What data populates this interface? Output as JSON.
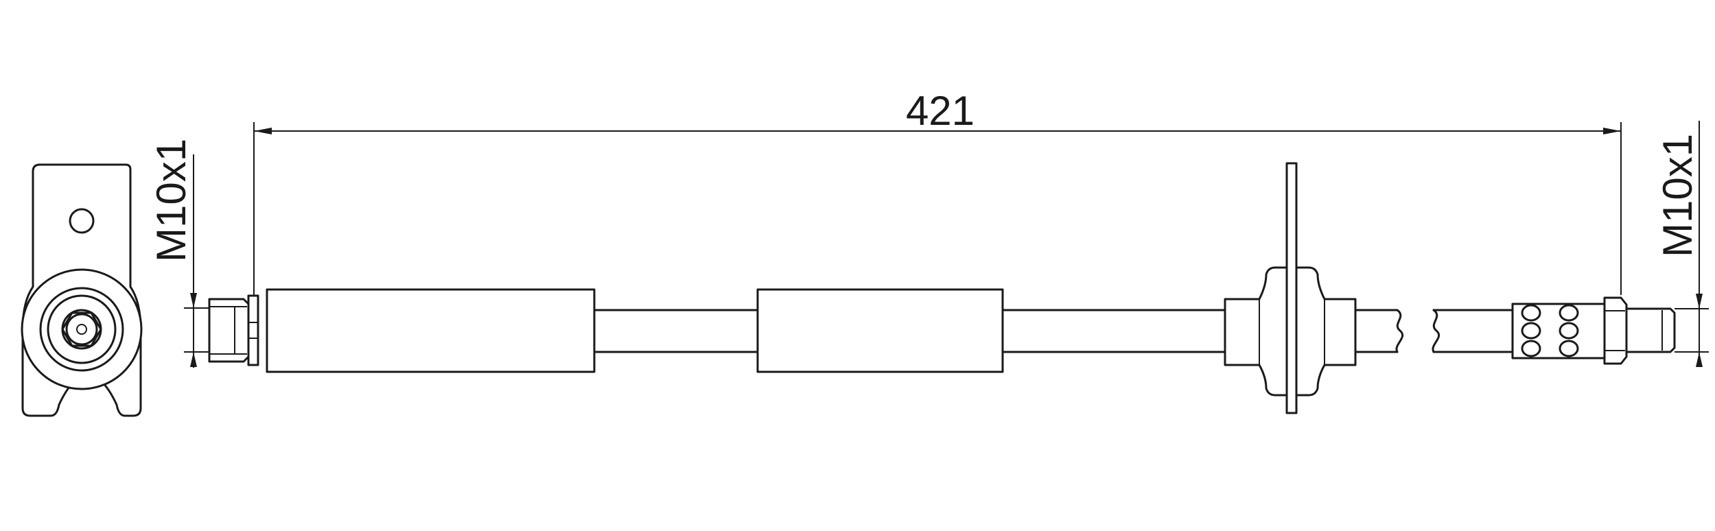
{
  "dimensions": {
    "overall_length": "421",
    "left_thread": "M10x1",
    "right_thread": "M10x1"
  }
}
